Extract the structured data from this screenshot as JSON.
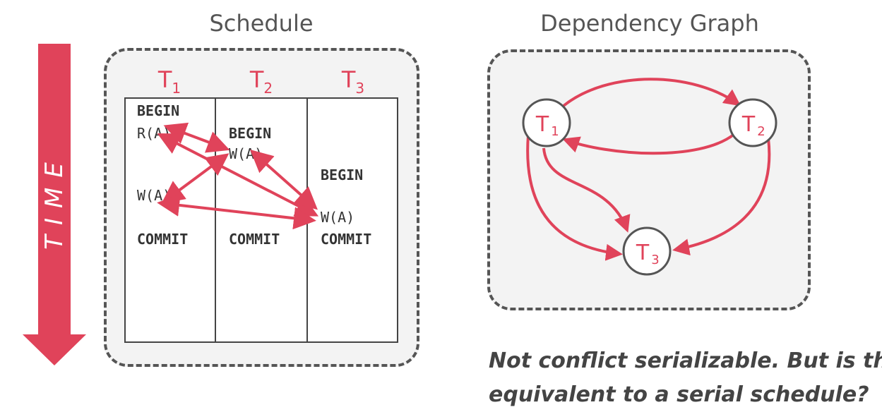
{
  "schedule": {
    "title": "Schedule",
    "time_label": "TIME",
    "transactions": [
      {
        "label": "T",
        "sub": "1"
      },
      {
        "label": "T",
        "sub": "2"
      },
      {
        "label": "T",
        "sub": "3"
      }
    ],
    "ops": {
      "t1_begin": "BEGIN",
      "t1_read": "R(A)",
      "t1_write": "W(A)",
      "t1_commit": "COMMIT",
      "t2_begin": "BEGIN",
      "t2_write": "W(A)",
      "t2_commit": "COMMIT",
      "t3_begin": "BEGIN",
      "t3_write": "W(A)",
      "t3_commit": "COMMIT"
    }
  },
  "graph": {
    "title": "Dependency Graph",
    "nodes": [
      {
        "id": "T1",
        "label": "T",
        "sub": "1"
      },
      {
        "id": "T2",
        "label": "T",
        "sub": "2"
      },
      {
        "id": "T3",
        "label": "T",
        "sub": "3"
      }
    ],
    "edges": [
      {
        "from": "T1",
        "to": "T2"
      },
      {
        "from": "T2",
        "to": "T1"
      },
      {
        "from": "T1",
        "to": "T3"
      },
      {
        "from": "T2",
        "to": "T3"
      }
    ]
  },
  "note": {
    "line1": "Not conflict serializable. But is this",
    "line2": "equivalent to a serial schedule?"
  },
  "colors": {
    "accent": "#e0435a",
    "border": "#555555",
    "panel": "#f3f3f3",
    "text": "#333333"
  }
}
